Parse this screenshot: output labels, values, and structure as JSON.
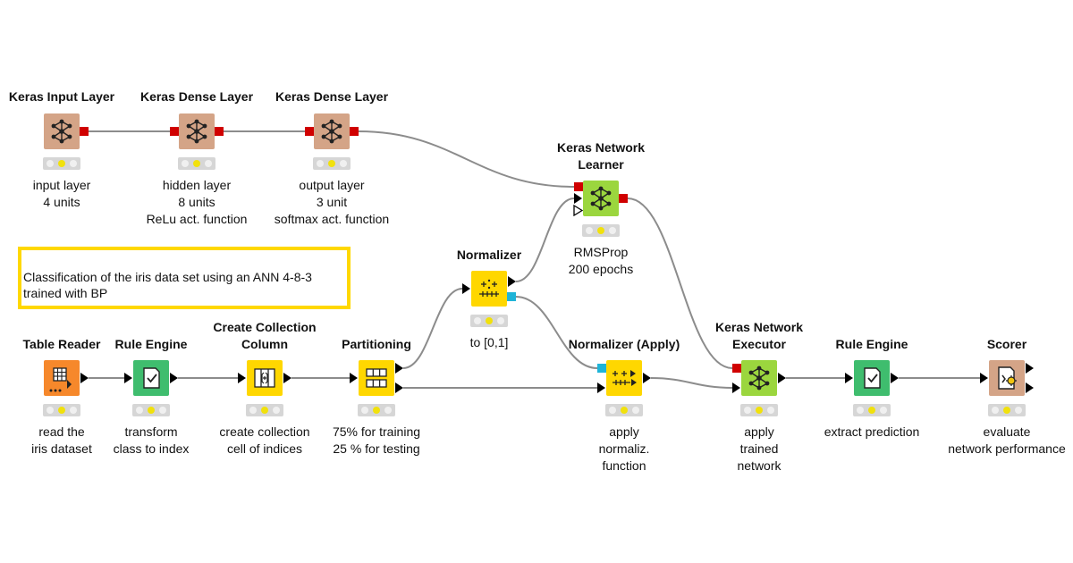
{
  "colors": {
    "keras": "#d4a487",
    "reader": "#f6882b",
    "manipulator": "#3fbd6e",
    "normalizer": "#ffd700",
    "learner": "#9bd63e",
    "scorer": "#d4a487",
    "wire": "#8c8c8c",
    "port_keras": "#d00000",
    "port_model": "#1fb4d8",
    "annotation_border": "#ffd800",
    "status_active": "#f1e10c"
  },
  "nodes": {
    "keras_input": {
      "title": [
        "Keras Input Layer"
      ],
      "desc": [
        "input layer",
        "4 units"
      ],
      "icon": "network-icon"
    },
    "keras_dense1": {
      "title": [
        "Keras Dense Layer"
      ],
      "desc": [
        "hidden layer",
        "8 units",
        "ReLu  act. function"
      ],
      "icon": "network-icon"
    },
    "keras_dense2": {
      "title": [
        "Keras Dense Layer"
      ],
      "desc": [
        "output layer",
        "3 unit",
        "softmax act. function"
      ],
      "icon": "network-icon"
    },
    "keras_learner": {
      "title": [
        "Keras Network",
        "Learner"
      ],
      "desc": [
        "RMSProp",
        "200 epochs"
      ],
      "icon": "network-icon"
    },
    "normalizer": {
      "title": [
        "Normalizer"
      ],
      "desc": [
        "to [0,1]"
      ],
      "icon": "normalizer-icon"
    },
    "table_reader": {
      "title": [
        "Table Reader"
      ],
      "desc": [
        "read the",
        "iris dataset"
      ],
      "icon": "table-icon"
    },
    "rule_engine1": {
      "title": [
        "Rule Engine"
      ],
      "desc": [
        "transform",
        "class to index"
      ],
      "icon": "rule-icon"
    },
    "collection": {
      "title": [
        "Create Collection",
        "Column"
      ],
      "desc": [
        "create collection",
        "cell of indices"
      ],
      "icon": "collection-icon"
    },
    "partitioning": {
      "title": [
        "Partitioning"
      ],
      "desc": [
        "75% for training",
        "25 % for testing"
      ],
      "icon": "partition-icon"
    },
    "norm_apply": {
      "title": [
        "Normalizer (Apply)"
      ],
      "desc": [
        "apply",
        "normaliz.",
        "function"
      ],
      "icon": "normalizer-apply-icon"
    },
    "keras_executor": {
      "title": [
        "Keras Network",
        "Executor"
      ],
      "desc": [
        "apply",
        "trained",
        "network"
      ],
      "icon": "network-icon"
    },
    "rule_engine2": {
      "title": [
        "Rule Engine"
      ],
      "desc": [
        "extract prediction"
      ],
      "icon": "rule-icon"
    },
    "scorer": {
      "title": [
        "Scorer"
      ],
      "desc": [
        "evaluate",
        "network performance"
      ],
      "icon": "scorer-icon"
    }
  },
  "annotation": {
    "lines": [
      "Classification of the iris data set using   an ANN 4-8-3",
      "trained with BP"
    ]
  }
}
